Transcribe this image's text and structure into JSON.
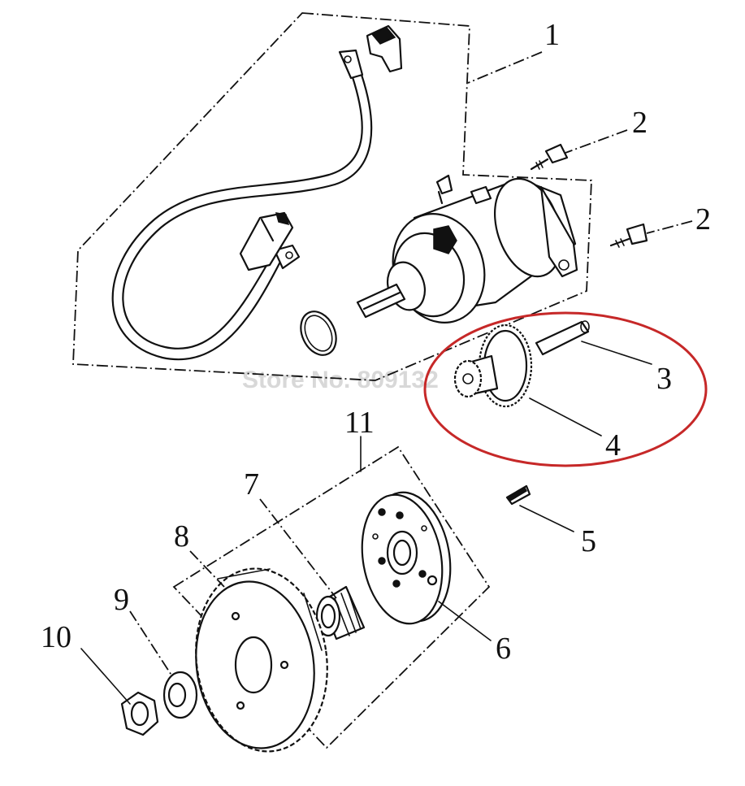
{
  "watermark": "Store No. 809132",
  "callouts": [
    {
      "id": "1",
      "text": "1"
    },
    {
      "id": "2a",
      "text": "2"
    },
    {
      "id": "2b",
      "text": "2"
    },
    {
      "id": "3",
      "text": "3"
    },
    {
      "id": "4",
      "text": "4"
    },
    {
      "id": "5",
      "text": "5"
    },
    {
      "id": "6",
      "text": "6"
    },
    {
      "id": "7",
      "text": "7"
    },
    {
      "id": "8",
      "text": "8"
    },
    {
      "id": "9",
      "text": "9"
    },
    {
      "id": "10",
      "text": "10"
    },
    {
      "id": "11",
      "text": "11"
    }
  ],
  "colors": {
    "line": "#111111",
    "highlight_circle": "#c62828",
    "watermark": "#d8d8d8",
    "background": "#ffffff"
  },
  "parts": [
    "starter-motor-assembly",
    "mounting-bolt",
    "idler-shaft",
    "idler-gear",
    "woodruff-key",
    "starter-clutch",
    "one-way-bearing",
    "starter-driven-gear",
    "washer",
    "flange-nut"
  ]
}
